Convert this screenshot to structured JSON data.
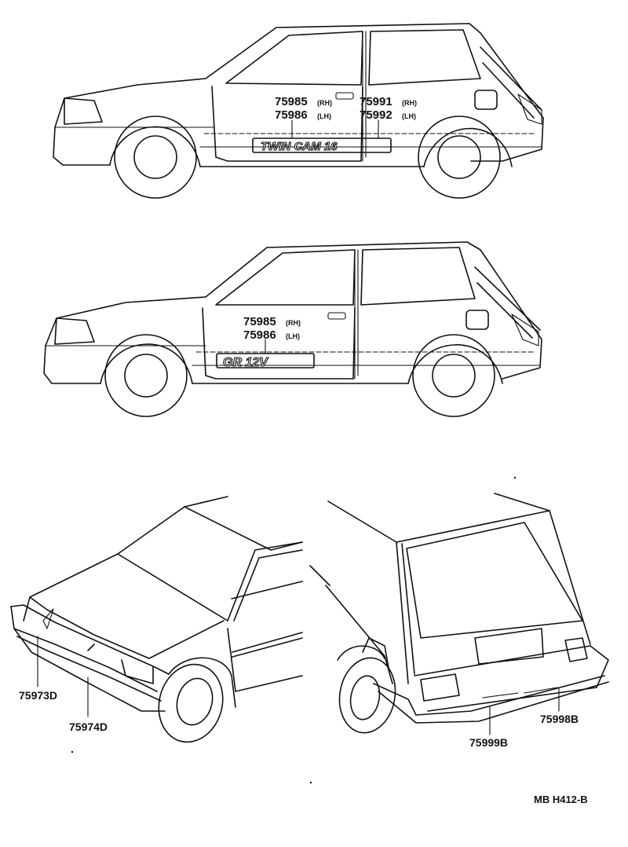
{
  "diagram": {
    "figure_code": "MB H412-B",
    "car_top": {
      "labels": [
        {
          "part": "75985",
          "side": "(RH)"
        },
        {
          "part": "75986",
          "side": "(LH)"
        },
        {
          "part": "75991",
          "side": "(RH)"
        },
        {
          "part": "75992",
          "side": "(LH)"
        }
      ],
      "emblem": "TWIN CAM 16"
    },
    "car_middle": {
      "labels": [
        {
          "part": "75985",
          "side": "(RH)"
        },
        {
          "part": "75986",
          "side": "(LH)"
        }
      ],
      "emblem": "GR 12V"
    },
    "car_front": {
      "labels": [
        {
          "part": "75973D"
        },
        {
          "part": "75974D"
        }
      ]
    },
    "car_rear": {
      "labels": [
        {
          "part": "75999B"
        },
        {
          "part": "75998B"
        }
      ]
    }
  }
}
